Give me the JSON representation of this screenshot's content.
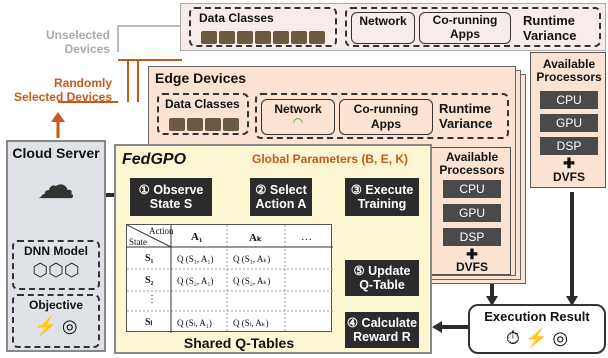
{
  "labels": {
    "unselected_devices": "Unselected\nDevices",
    "randomly_selected": "Randomly\nSelected Devices",
    "cloud_server": "Cloud Server",
    "dnn_model": "DNN Model",
    "objective": "Objective",
    "fedgpo": "FedGPO",
    "global_params": "Global Parameters (B, E, K)",
    "edge_devices": "Edge Devices",
    "data_classes": "Data Classes",
    "network": "Network",
    "corunning_apps": "Co-running\nApps",
    "runtime_variance": "Runtime\nVariance",
    "available_processors": "Available\nProcessors",
    "execution_result": "Execution Result",
    "shared_qtables": "Shared Q-Tables"
  },
  "steps": {
    "s1": "① Observe\nState S",
    "s2": "② Select\nAction A",
    "s3": "③ Execute\nTraining",
    "s4": "④ Calculate\nReward R",
    "s5": "⑤ Update\nQ-Table"
  },
  "processors": [
    "CPU",
    "GPU",
    "DSP"
  ],
  "dvfs": "DVFS",
  "qtable": {
    "header_action": "Action",
    "header_state": "State",
    "col_a1": "A₁",
    "col_ak": "Aₖ",
    "col_dots": "…",
    "rows": [
      {
        "s": "S₁",
        "c1": "Q (S₁, A₁)",
        "c2": "Q (S₁, Aₖ)"
      },
      {
        "s": "S₂",
        "c1": "Q (S₂, A₁)",
        "c2": "Q (S₂, Aₖ)"
      },
      {
        "s": "⋮",
        "c1": "",
        "c2": ""
      },
      {
        "s": "Sₗ",
        "c1": "Q (Sₗ, A₁)",
        "c2": "Q (Sₗ, Aₖ)"
      }
    ]
  },
  "colors": {
    "orange": "#c55a1a",
    "dark": "#2b2b2b",
    "peach": "#fbe3d3",
    "yellow": "#fdf6d2",
    "grey": "#dfe3e8"
  }
}
